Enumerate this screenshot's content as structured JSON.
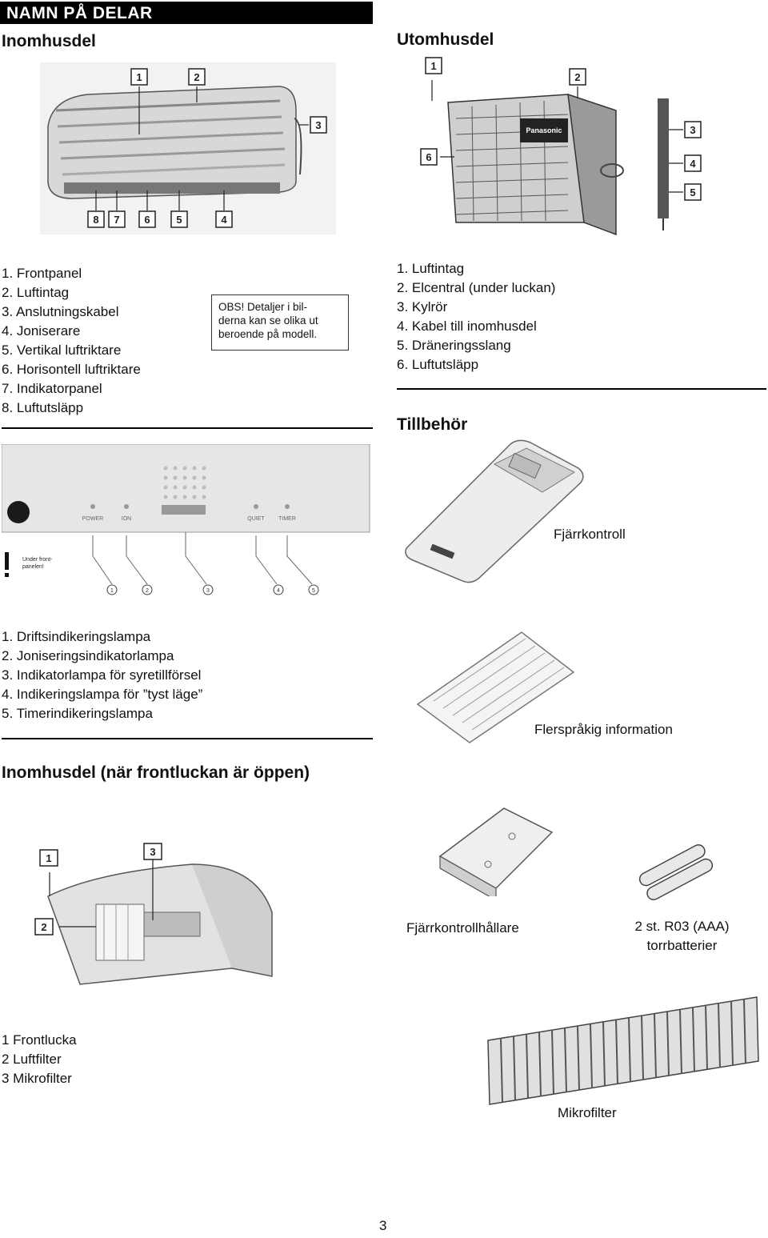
{
  "header": {
    "title": "NAMN PÅ DELAR"
  },
  "indoor": {
    "title": "Inomhusdel",
    "parts": [
      "1. Frontpanel",
      "2. Luftintag",
      "3. Anslutningskabel",
      "4. Joniserare",
      "5. Vertikal luftriktare",
      "6. Horisontell luftriktare",
      "7. Indikatorpanel",
      "8. Luftutsläpp"
    ],
    "callouts": [
      "1",
      "2",
      "3",
      "8",
      "7",
      "6",
      "5",
      "4"
    ],
    "note": {
      "label": "OBS!",
      "lines": [
        "OBS! Detaljer i bil-",
        "derna kan se olika ut",
        "beroende på modell."
      ]
    }
  },
  "outdoor": {
    "title": "Utomhusdel",
    "parts": [
      "1. Luftintag",
      "2. Elcentral (under luckan)",
      "3. Kylrör",
      "4. Kabel till inomhusdel",
      "5. Dräneringsslang",
      "6. Luftutsläpp"
    ],
    "callouts": [
      "1",
      "2",
      "3",
      "4",
      "5",
      "6"
    ],
    "brand": "Panasonic"
  },
  "indicator_panel": {
    "labels": [
      "POWER",
      "ION",
      "QUIET",
      "TIMER"
    ],
    "warning_text": [
      "Under front-",
      "panelen!"
    ],
    "callouts": [
      "1",
      "2",
      "3",
      "4",
      "5"
    ],
    "parts": [
      "1. Driftsindikeringslampa",
      "2. Joniseringsindikatorlampa",
      "3. Indikatorlampa för syretillförsel",
      "4. Indikeringslampa för ”tyst läge”",
      "5. Timerindikeringslampa"
    ]
  },
  "accessories": {
    "title": "Tillbehör",
    "remote": "Fjärrkontroll",
    "info": "Flerspråkig information",
    "holder": "Fjärrkontrollhållare",
    "batteries": [
      "2 st. R03 (AAA)",
      "torrbatterier"
    ],
    "microfilter": "Mikrofilter"
  },
  "indoor_open": {
    "title": "Inomhusdel (när frontluckan är öppen)",
    "callouts": [
      "1",
      "3",
      "2"
    ],
    "parts": [
      "1 Frontlucka",
      "2 Luftfilter",
      "3 Mikrofilter"
    ]
  },
  "page_number": "3"
}
